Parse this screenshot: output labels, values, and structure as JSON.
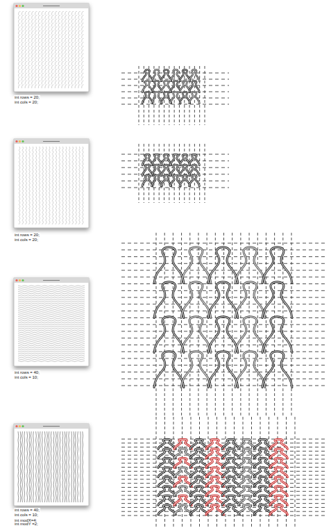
{
  "diagram": {
    "labels": [
      "int rows = 20;",
      "int cols = 20;",
      "int rows = 20;",
      "int cols = 20;",
      "int rows = 40;",
      "int cols = 10;",
      "int rows = 40;",
      "int cols = 10;",
      "int modX=4;",
      "int modY =2;"
    ]
  }
}
